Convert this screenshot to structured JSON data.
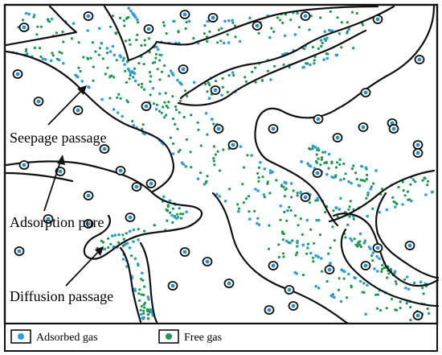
{
  "labels": {
    "seepage_passage": "Seepage passage",
    "adsorption_pore": "Adsorption pore",
    "diffusion_passage": "Diffusion passage"
  },
  "legend": {
    "adsorbed_gas": "Adsorbed gas",
    "free_gas": "Free gas"
  },
  "colors": {
    "adsorbed_gas": "#2aa0e0",
    "free_gas": "#1a9a4c",
    "outline": "#111111"
  }
}
